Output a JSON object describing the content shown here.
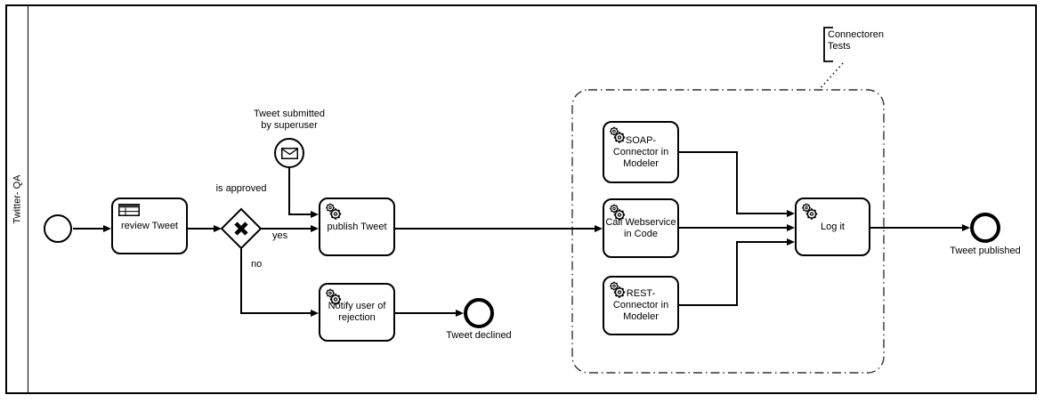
{
  "pool": {
    "label": "Twitter- QA"
  },
  "nodes": {
    "start_event": {
      "type": "start-event"
    },
    "review_tweet": {
      "type": "business-rule-task",
      "label": "review Tweet"
    },
    "approval_gateway": {
      "type": "exclusive-gateway",
      "label": "is approved"
    },
    "superuser_message_event": {
      "type": "message-start-event",
      "label": "Tweet submitted by superuser"
    },
    "publish_tweet": {
      "type": "service-task",
      "label": "publish Tweet"
    },
    "notify_rejection": {
      "type": "service-task",
      "label": "Notify user of rejection"
    },
    "tweet_declined_end": {
      "type": "end-event",
      "label": "Tweet declined"
    },
    "soap_connector": {
      "type": "service-task",
      "label": "SOAP-Connector in Modeler"
    },
    "call_webservice": {
      "type": "service-task",
      "label": "Call Webservice in Code"
    },
    "rest_connector": {
      "type": "service-task",
      "label": "REST-Connector in Modeler"
    },
    "log_it": {
      "type": "service-task",
      "label": "Log it"
    },
    "tweet_published_end": {
      "type": "end-event",
      "label": "Tweet published"
    }
  },
  "flow_labels": {
    "yes": "yes",
    "no": "no"
  },
  "annotation": {
    "label": "Connectoren Tests"
  },
  "icons": {
    "service_task": "gear-pair",
    "business_rule_task": "table",
    "message_event": "envelope",
    "exclusive_gateway": "x-cross"
  },
  "colors": {
    "stroke": "#000000",
    "fill": "#ffffff",
    "text": "#000000"
  }
}
